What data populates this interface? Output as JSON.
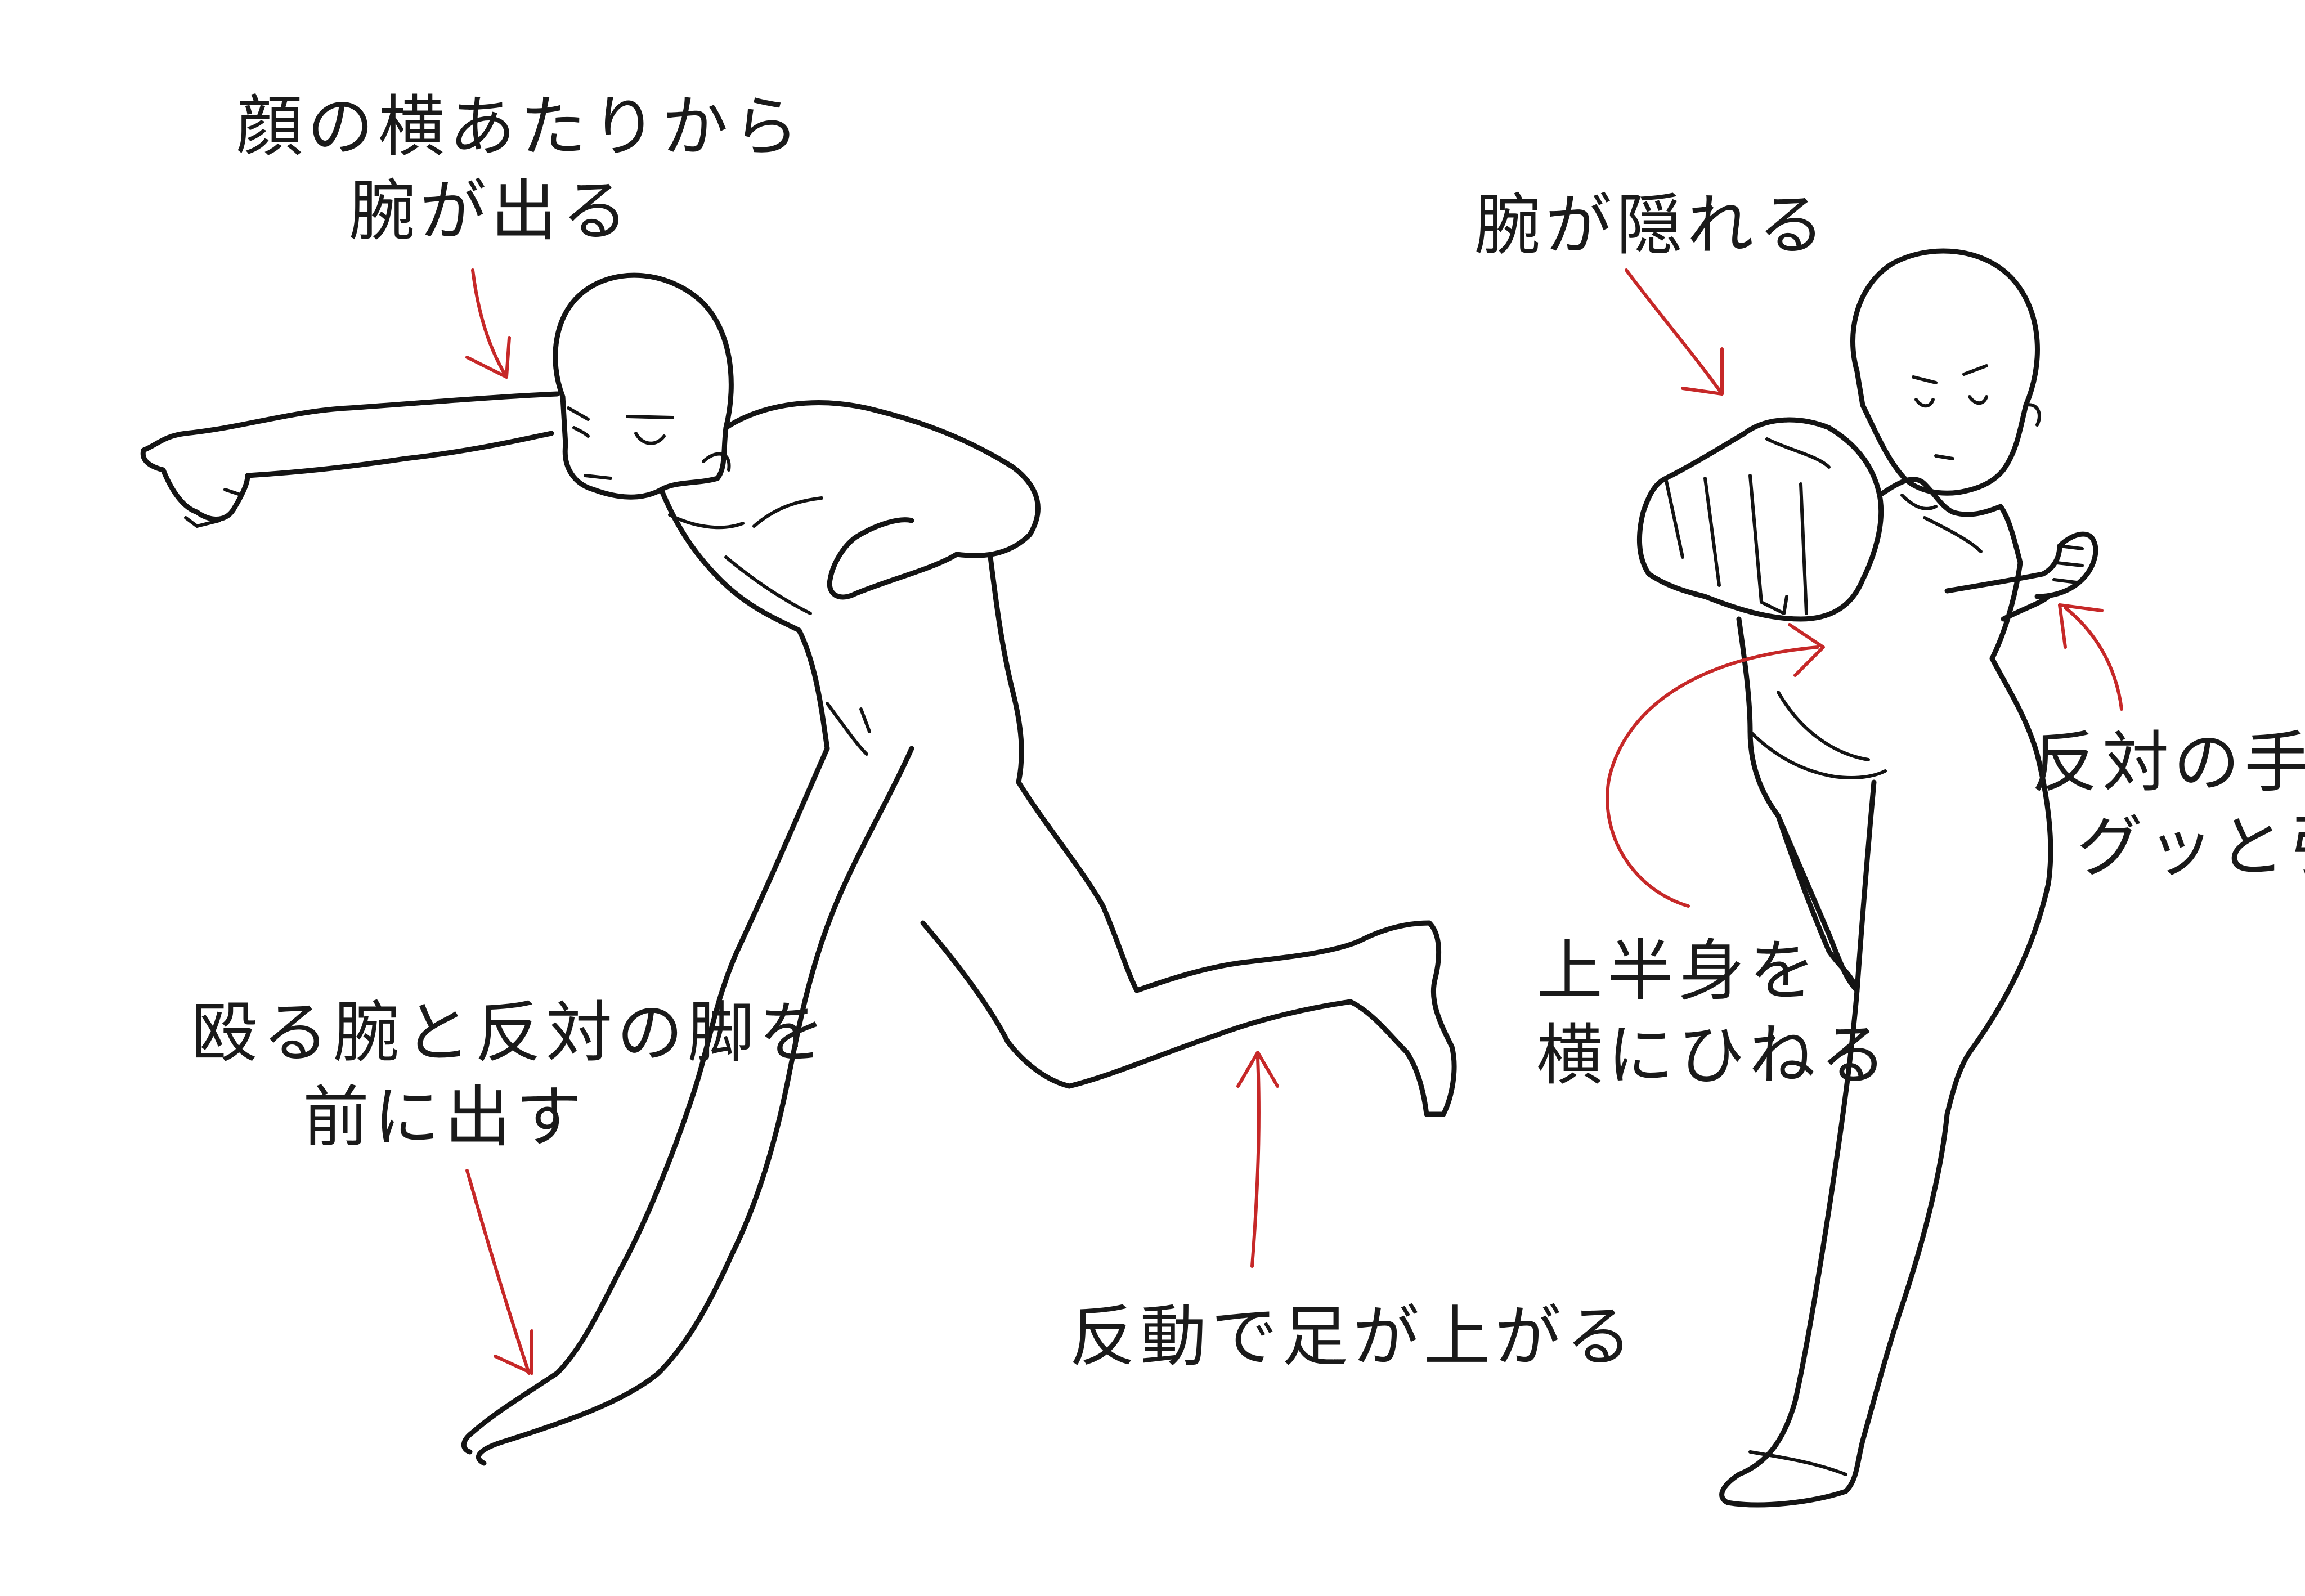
{
  "colors": {
    "ink": "#141414",
    "arrow": "#c62828",
    "background": "#ffffff"
  },
  "annotations": {
    "arm_from_face": [
      "顔の横あたりから",
      "腕が出る"
    ],
    "arm_hidden": "腕が隠れる",
    "opposite_limbs": [
      "殴る腕と反対の脚を",
      "前に出す"
    ],
    "leg_recoil": "反動で足が上がる",
    "twist_upper_body": [
      "上半身を",
      "横にひねる"
    ],
    "pull_opposite_hand": [
      "反対の手は",
      "グッと引く"
    ]
  }
}
